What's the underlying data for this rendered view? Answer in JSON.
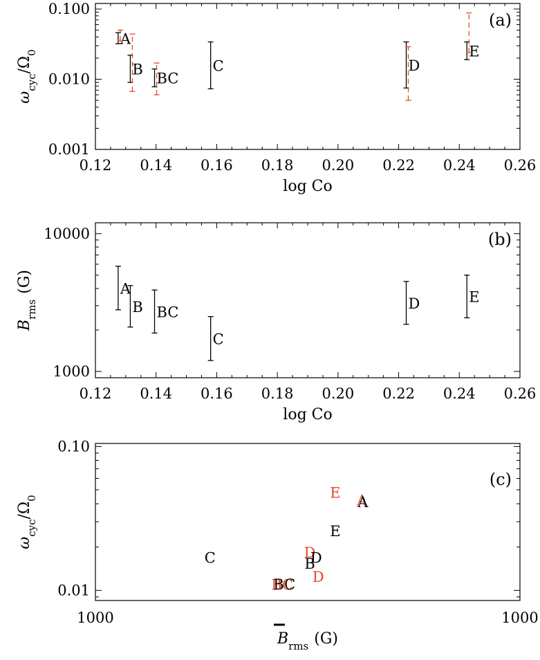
{
  "colors": {
    "black": "#000000",
    "red": "#e8452c"
  },
  "chart_data": [
    {
      "type": "scatter",
      "panel_label": "(a)",
      "xlabel": "log Co",
      "ylabel_main": "ω",
      "ylabel_sub": "cyc",
      "ylabel_den": "/Ω",
      "ylabel_den_sub": "0",
      "yscale": "log",
      "xlim": [
        0.12,
        0.26
      ],
      "ylim": [
        0.001,
        0.12
      ],
      "xticks": [
        "0.12",
        "0.14",
        "0.16",
        "0.18",
        "0.20",
        "0.22",
        "0.24",
        "0.26"
      ],
      "yticks": [
        "0.001",
        "0.010",
        "0.100"
      ],
      "series": [
        {
          "color": "#000000",
          "style": "solid",
          "points": [
            {
              "label": "A",
              "x": 0.1275,
              "ylo": 0.032,
              "yhi": 0.046
            },
            {
              "label": "B",
              "x": 0.1315,
              "ylo": 0.009,
              "yhi": 0.022
            },
            {
              "label": "BC",
              "x": 0.1395,
              "ylo": 0.0078,
              "yhi": 0.014
            },
            {
              "label": "C",
              "x": 0.158,
              "ylo": 0.0073,
              "yhi": 0.034
            },
            {
              "label": "D",
              "x": 0.2225,
              "ylo": 0.0075,
              "yhi": 0.034
            },
            {
              "label": "E",
              "x": 0.2425,
              "ylo": 0.019,
              "yhi": 0.034
            }
          ]
        },
        {
          "color": "#e8452c",
          "style": "dashed",
          "points": [
            {
              "x": 0.1275,
              "ylo": 0.035,
              "yhi": 0.05
            },
            {
              "x": 0.1315,
              "ylo": 0.0067,
              "yhi": 0.044
            },
            {
              "x": 0.1395,
              "ylo": 0.006,
              "yhi": 0.017
            },
            {
              "x": 0.2225,
              "ylo": 0.005,
              "yhi": 0.029
            },
            {
              "x": 0.2425,
              "ylo": 0.024,
              "yhi": 0.088
            }
          ]
        }
      ]
    },
    {
      "type": "scatter",
      "panel_label": "(b)",
      "xlabel": "log Co",
      "ylabel_main": "B",
      "ylabel_sub": "rms",
      "ylabel_unit": "(G)",
      "yscale": "log",
      "xlim": [
        0.12,
        0.26
      ],
      "ylim": [
        900,
        12000
      ],
      "xticks": [
        "0.12",
        "0.14",
        "0.16",
        "0.18",
        "0.20",
        "0.22",
        "0.24",
        "0.26"
      ],
      "yticks": [
        "1000",
        "10000"
      ],
      "series": [
        {
          "color": "#000000",
          "style": "solid",
          "points": [
            {
              "label": "A",
              "x": 0.1275,
              "ylo": 2800,
              "yhi": 5800
            },
            {
              "label": "B",
              "x": 0.1315,
              "ylo": 2100,
              "yhi": 4200
            },
            {
              "label": "BC",
              "x": 0.1395,
              "ylo": 1900,
              "yhi": 3900
            },
            {
              "label": "C",
              "x": 0.158,
              "ylo": 1200,
              "yhi": 2500
            },
            {
              "label": "D",
              "x": 0.2225,
              "ylo": 2200,
              "yhi": 4500
            },
            {
              "label": "E",
              "x": 0.2425,
              "ylo": 2450,
              "yhi": 5000
            }
          ]
        }
      ]
    },
    {
      "type": "scatter",
      "panel_label": "(c)",
      "xlabel_main": "B",
      "xlabel_sub": "rms",
      "xlabel_unit": "(G)",
      "ylabel_main": "ω",
      "ylabel_sub": "cyc",
      "ylabel_den": "/Ω",
      "ylabel_den_sub": "0",
      "yscale": "log",
      "xticks": [
        "1000",
        "1000"
      ],
      "yticks": [
        "0.01",
        "0.10"
      ],
      "ylim": [
        0.0085,
        0.105
      ],
      "xlim_frac": [
        0,
        1
      ],
      "points": [
        {
          "label": "C",
          "color": "#000000",
          "xf": 0.27,
          "y": 0.017
        },
        {
          "label": "BC",
          "color": "#e8452c",
          "xf": 0.44,
          "y": 0.011
        },
        {
          "label": "BC",
          "color": "#000000",
          "xf": 0.445,
          "y": 0.0111
        },
        {
          "label": "B",
          "color": "#000000",
          "xf": 0.505,
          "y": 0.0155
        },
        {
          "label": "D",
          "color": "#e8452c",
          "xf": 0.505,
          "y": 0.0185
        },
        {
          "label": "D",
          "color": "#000000",
          "xf": 0.52,
          "y": 0.017
        },
        {
          "label": "D",
          "color": "#e8452c",
          "xf": 0.525,
          "y": 0.0125
        },
        {
          "label": "E",
          "color": "#e8452c",
          "xf": 0.565,
          "y": 0.048
        },
        {
          "label": "E",
          "color": "#000000",
          "xf": 0.565,
          "y": 0.026
        },
        {
          "label": "A",
          "color": "#e8452c",
          "xf": 0.628,
          "y": 0.0425
        },
        {
          "label": "A",
          "color": "#000000",
          "xf": 0.63,
          "y": 0.0415
        }
      ]
    }
  ]
}
